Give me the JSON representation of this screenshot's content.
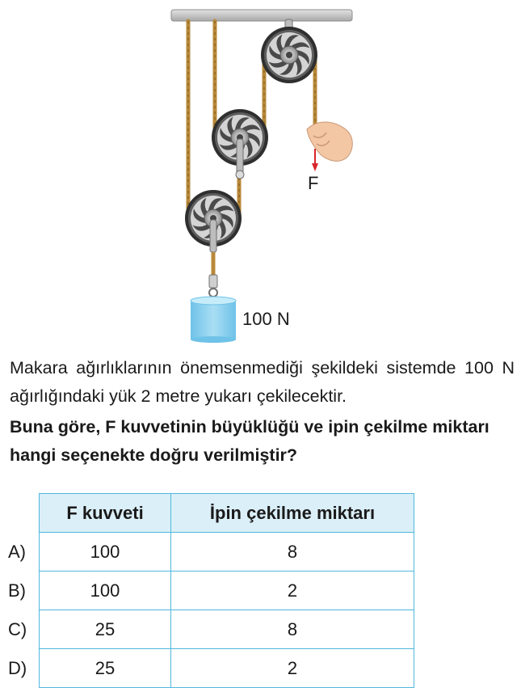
{
  "figure": {
    "load_label": "100 N",
    "force_label": "F"
  },
  "question": {
    "body": "Makara ağırlıklarının önemsenmediği şekildeki sistemde 100 N ağırlığındaki yük 2 metre yukarı çekilecektir.",
    "prompt": "Buna göre, F kuvvetinin büyüklüğü ve ipin çekilme miktarı hangi seçenekte doğru verilmiştir?"
  },
  "answers_table": {
    "headers": [
      "F kuvveti",
      "İpin çekilme miktarı"
    ],
    "rows": [
      {
        "option": "A)",
        "force": "100",
        "pull": "8"
      },
      {
        "option": "B)",
        "force": "100",
        "pull": "2"
      },
      {
        "option": "C)",
        "force": "25",
        "pull": "8"
      },
      {
        "option": "D)",
        "force": "25",
        "pull": "2"
      }
    ]
  },
  "colors": {
    "ceiling": "#c8c8c8",
    "rope": "#b8893a",
    "pulley_rim": "#2b2b2b",
    "pulley_spoke": "#9a9a9a",
    "load_box": "#8fd0ee",
    "arrow": "#d8262a",
    "table_border": "#4fb8dc",
    "table_header_bg": "#dbeff8"
  }
}
